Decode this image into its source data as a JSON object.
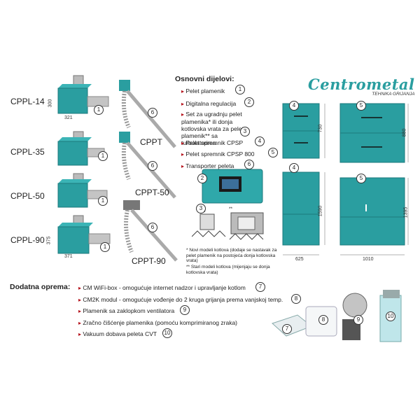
{
  "colors": {
    "teal": "#2a9ea0",
    "teal_dark": "#1c7a7c",
    "grey": "#9a9a9a",
    "red": "#b5121b"
  },
  "burners": [
    {
      "label": "CPPL-14",
      "dim_h": "300",
      "dim_w": "321",
      "num": "1"
    },
    {
      "label": "CPPL-35",
      "num": "1"
    },
    {
      "label": "CPPL-50",
      "num": "1"
    },
    {
      "label": "CPPL-90",
      "dim_h": "375",
      "dim_w": "371",
      "num": "1"
    }
  ],
  "conveyors": [
    {
      "label": "CPPT",
      "num": "6"
    },
    {
      "label": "CPPT-50",
      "num": "6"
    },
    {
      "label": "CPPT-90",
      "num": "6"
    }
  ],
  "parts": {
    "title": "Osnovni dijelovi:",
    "items": [
      {
        "text": "Pelet plamenik",
        "num": "1"
      },
      {
        "text": "Digitalna regulacija",
        "num": "2"
      },
      {
        "text": "Set za ugradnju pelet plamenika* ili donja kotlovska vrata za pelet plamenik** sa turbulatorima",
        "num": "3"
      },
      {
        "text": "Pelet spremnik CPSP",
        "num": "4"
      },
      {
        "text": "Pelet spremnik CPSP 800",
        "num": "5"
      },
      {
        "text": "Transporter peleta",
        "num": "6"
      }
    ]
  },
  "brand": {
    "name": "Centrometal",
    "tagline": "TEHNIKA GRIJANJA"
  },
  "regulation": {
    "num": "2"
  },
  "door": {
    "num": "3",
    "star1": "*",
    "star2": "**"
  },
  "notes": {
    "n1": "* Novi modeli kotlova (dodaje se nastavak za pelet plamenik na postojeća donja kotlovska vrata)",
    "n2": "** Stari modeli kotlova (mijenjaju se donja kotlovska vrata)"
  },
  "tanks": {
    "small_top": {
      "num": "4",
      "h": "730"
    },
    "big_top": {
      "num": "5",
      "h": "880"
    },
    "small_bottom": {
      "num": "4",
      "h": "1590",
      "w": "625"
    },
    "big_bottom": {
      "num": "5",
      "h": "1395",
      "w": "1010"
    }
  },
  "extras": {
    "title": "Dodatna oprema:",
    "items": [
      {
        "text": "CM WiFi-box - omogućuje internet nadzor i upravljanje kotlom",
        "num": "7"
      },
      {
        "text": "CM2K modul - omogućuje vođenje do 2 kruga grijanja prema vanjskoj temp.",
        "num": "8"
      },
      {
        "text": "Plamenik sa zaklopkom ventilatora",
        "num": "9"
      },
      {
        "text": "Zračno čišćenje plamenika (pomoću komprimiranog zraka)",
        "num": ""
      },
      {
        "text": "Vakuum dobava peleta CVT",
        "num": "10"
      }
    ]
  },
  "extra_images": [
    {
      "num": "7"
    },
    {
      "num": "8"
    },
    {
      "num": "9"
    },
    {
      "num": "10"
    }
  ]
}
